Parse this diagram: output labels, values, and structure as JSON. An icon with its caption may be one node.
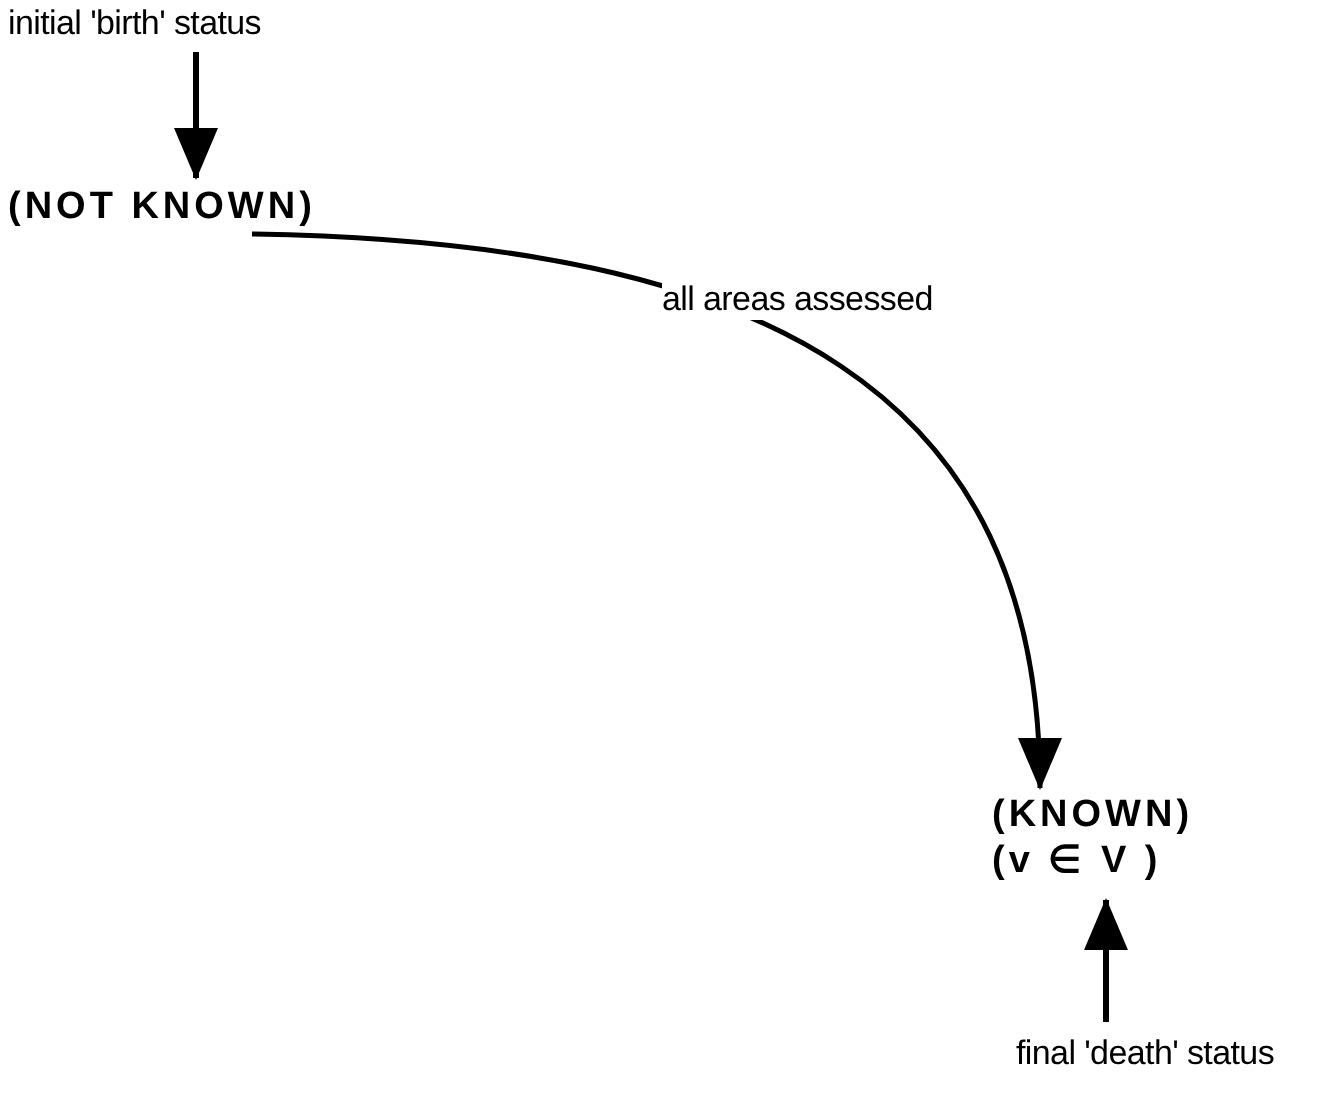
{
  "diagram": {
    "nodes": [
      {
        "text": [
          "initial 'birth' status"
        ]
      },
      {
        "text": [
          "(NOT KNOWN)"
        ]
      },
      {
        "text": [
          "(KNOWN)",
          "(v ∈ V )"
        ]
      },
      {
        "text": [
          "final 'death' status"
        ]
      }
    ],
    "edges": [
      {
        "from": 0,
        "to": 1,
        "arrow": "to"
      },
      {
        "from": 1,
        "to": 2,
        "arrow": "to",
        "label": "all areas assessed"
      },
      {
        "from": 3,
        "to": 2,
        "arrow": "to"
      }
    ]
  }
}
